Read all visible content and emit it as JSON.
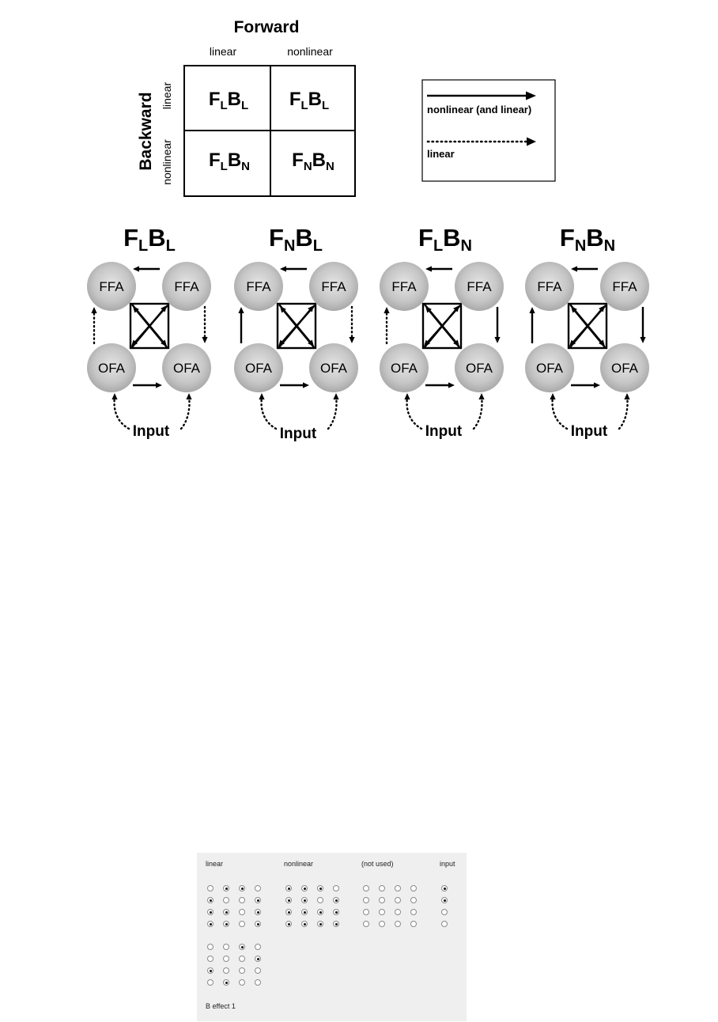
{
  "matrix": {
    "forward_label": "Forward",
    "backward_label": "Backward",
    "col_headers": [
      "linear",
      "nonlinear"
    ],
    "row_headers": [
      "linear",
      "nonlinear"
    ],
    "cells": [
      [
        {
          "f": "L",
          "b": "L"
        },
        {
          "f": "L",
          "b": "L"
        }
      ],
      [
        {
          "f": "L",
          "b": "N"
        },
        {
          "f": "N",
          "b": "N"
        }
      ]
    ]
  },
  "legend": {
    "solid_label": "nonlinear (and linear)",
    "dotted_label": "linear"
  },
  "models": [
    {
      "f": "L",
      "b": "L",
      "left_up": "dotted",
      "right_down": "dotted"
    },
    {
      "f": "N",
      "b": "L",
      "left_up": "solid",
      "right_down": "dotted"
    },
    {
      "f": "L",
      "b": "N",
      "left_up": "dotted",
      "right_down": "solid"
    },
    {
      "f": "N",
      "b": "N",
      "left_up": "solid",
      "right_down": "solid"
    }
  ],
  "node_labels": {
    "top": "FFA",
    "bottom": "OFA"
  },
  "input_label": "Input",
  "radio_panel": {
    "headers": [
      "linear",
      "nonlinear",
      "(not used)",
      "input"
    ],
    "groups": [
      {
        "name": "linear",
        "rows": [
          [
            0,
            1,
            1,
            0
          ],
          [
            1,
            0,
            0,
            1
          ],
          [
            1,
            1,
            0,
            1
          ],
          [
            1,
            1,
            0,
            1
          ]
        ]
      },
      {
        "name": "nonlinear",
        "rows": [
          [
            1,
            1,
            1,
            0
          ],
          [
            1,
            1,
            0,
            1
          ],
          [
            1,
            1,
            1,
            1
          ],
          [
            1,
            1,
            1,
            1
          ]
        ]
      },
      {
        "name": "(not used)",
        "rows": [
          [
            0,
            0,
            0,
            0
          ],
          [
            0,
            0,
            0,
            0
          ],
          [
            0,
            0,
            0,
            0
          ],
          [
            0,
            0,
            0,
            0
          ]
        ]
      },
      {
        "name": "input",
        "rows": [
          [
            1
          ],
          [
            1
          ],
          [
            0
          ],
          [
            0
          ]
        ]
      },
      {
        "name": "b-effect",
        "rows": [
          [
            0,
            0,
            1,
            0
          ],
          [
            0,
            0,
            0,
            1
          ],
          [
            1,
            0,
            0,
            0
          ],
          [
            0,
            1,
            0,
            0
          ]
        ]
      }
    ],
    "footer": "B effect 1"
  }
}
